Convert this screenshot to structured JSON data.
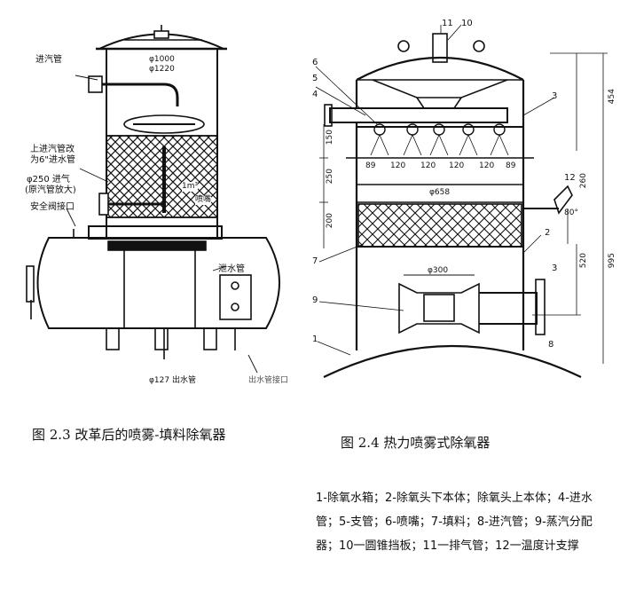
{
  "fig23": {
    "labels": {
      "steam_inlet": "进汽管",
      "d1000": "φ1000",
      "d1220": "φ1220",
      "upper_steam": "上进汽管改",
      "upper_steam2": "为6\"进水管",
      "d250": "φ250 进气",
      "d250b": "(原汽管放大)",
      "safety": "安全阀接口",
      "im": "1m³",
      "nozzle": "喷嘴",
      "drain": "泄水管",
      "outlet": "φ127 出水管",
      "outlet2": "出水管接口"
    },
    "caption": "图 2.3 改革后的喷雾-填料除氧器"
  },
  "fig24": {
    "numbers": [
      "11",
      "10",
      "6",
      "5",
      "4",
      "3",
      "12",
      "7",
      "2",
      "3",
      "9",
      "1",
      "8"
    ],
    "dims": {
      "d658": "φ658",
      "d300": "φ300",
      "a80": "80°",
      "v150": "150",
      "v250": "250",
      "v200": "200",
      "v454": "454",
      "v260": "260",
      "v520": "520",
      "v995": "995",
      "h89a": "89",
      "h120a": "120",
      "h120b": "120",
      "h120c": "120",
      "h120d": "120",
      "h89b": "89"
    },
    "caption": "图 2.4  热力喷雾式除氧器",
    "legend": "1-除氧水箱；2-除氧头下本体；除氧头上本体；4-进水管；5-支管；6-喷嘴；7-填料；8-进汽管；9-蒸汽分配器；10一圆锥挡板；11一排气管；12一温度计支撑"
  }
}
